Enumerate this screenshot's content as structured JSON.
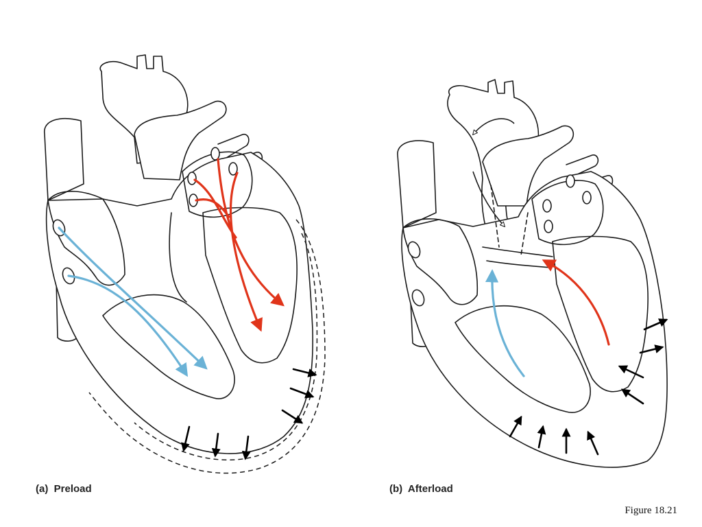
{
  "panels": [
    {
      "caption": "(a)  Preload"
    },
    {
      "caption": "(b)  Afterload"
    }
  ],
  "figure_number": "Figure 18.21",
  "colors": {
    "outline": "#1a1a1a",
    "deoxygenated_flow": "#6ab2d6",
    "oxygenated_flow": "#e0341a",
    "pressure_arrow": "#000000"
  }
}
